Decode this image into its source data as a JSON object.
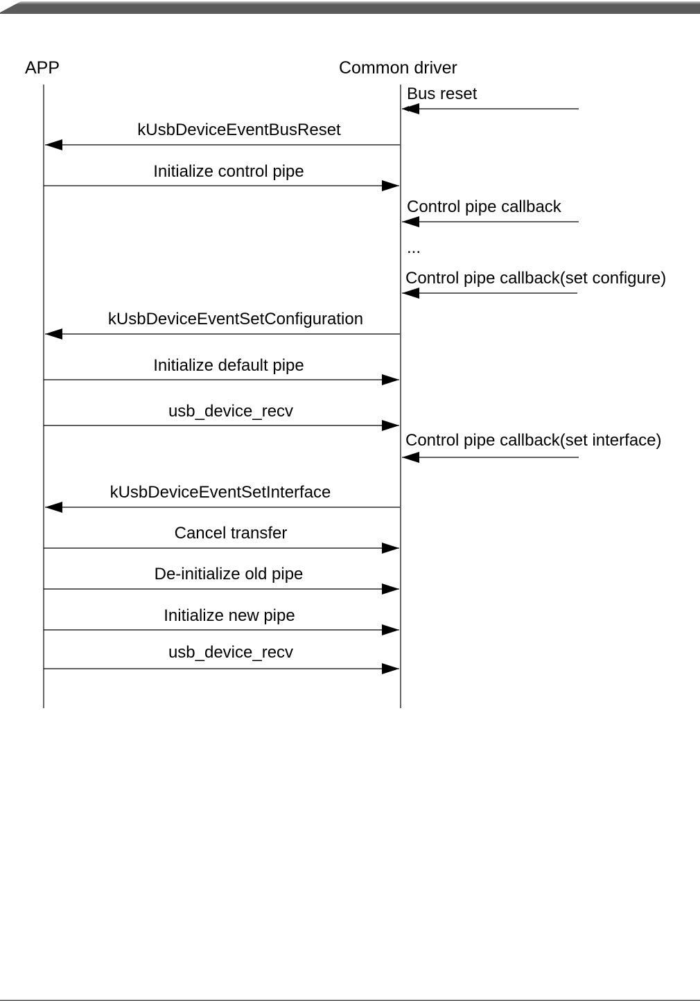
{
  "colors": {
    "band_dark": "#5a5a5a",
    "band_light": "#c8c8c8",
    "line": "#000000",
    "background": "#ffffff"
  },
  "lifelines": {
    "app": "APP",
    "driver": "Common driver"
  },
  "messages": [
    {
      "id": "bus-reset",
      "label": "Bus reset",
      "from": "external",
      "to": "driver"
    },
    {
      "id": "event-bus-reset",
      "label": "kUsbDeviceEventBusReset",
      "from": "driver",
      "to": "app"
    },
    {
      "id": "init-control-pipe",
      "label": "Initialize control pipe",
      "from": "app",
      "to": "driver"
    },
    {
      "id": "control-pipe-callback",
      "label": "Control pipe callback",
      "from": "external",
      "to": "driver"
    },
    {
      "id": "ellipsis",
      "label": "...",
      "from": "none",
      "to": "none"
    },
    {
      "id": "control-pipe-callback-set-configure",
      "label": "Control pipe callback(set configure)",
      "from": "external",
      "to": "driver"
    },
    {
      "id": "event-set-configuration",
      "label": "kUsbDeviceEventSetConfiguration",
      "from": "driver",
      "to": "app"
    },
    {
      "id": "init-default-pipe",
      "label": "Initialize default pipe",
      "from": "app",
      "to": "driver"
    },
    {
      "id": "usb-device-recv-1",
      "label": "usb_device_recv",
      "from": "app",
      "to": "driver"
    },
    {
      "id": "control-pipe-callback-set-interface",
      "label": "Control pipe callback(set interface)",
      "from": "external",
      "to": "driver"
    },
    {
      "id": "event-set-interface",
      "label": "kUsbDeviceEventSetInterface",
      "from": "driver",
      "to": "app"
    },
    {
      "id": "cancel-transfer",
      "label": "Cancel transfer",
      "from": "app",
      "to": "driver"
    },
    {
      "id": "deinit-old-pipe",
      "label": "De-initialize old pipe",
      "from": "app",
      "to": "driver"
    },
    {
      "id": "init-new-pipe",
      "label": "Initialize new pipe",
      "from": "app",
      "to": "driver"
    },
    {
      "id": "usb-device-recv-2",
      "label": "usb_device_recv",
      "from": "app",
      "to": "driver"
    }
  ]
}
